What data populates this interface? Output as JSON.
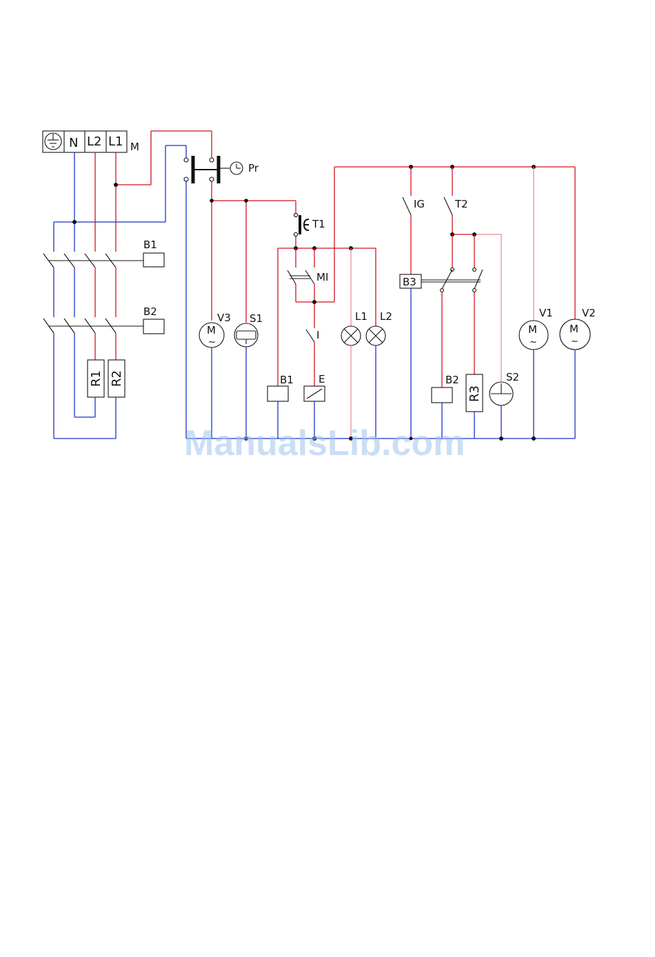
{
  "terminals": {
    "earth": "earth-symbol",
    "n": "N",
    "l2": "L2",
    "l1": "L1",
    "block_label": "M"
  },
  "labels": {
    "pr": "Pr",
    "t1": "T1",
    "mi": "MI",
    "i": "I",
    "ig": "IG",
    "t2": "T2",
    "b1_contactor": "B1",
    "b2_contactor": "B2",
    "v3": "V3",
    "s1": "S1",
    "b1_coil": "B1",
    "e": "E",
    "l1_lamp": "L1",
    "l2_lamp": "L2",
    "b3": "B3",
    "b2_coil": "B2",
    "r3": "R3",
    "s2": "S2",
    "v1": "V1",
    "v2": "V2",
    "r1": "R1",
    "r2": "R2",
    "motor_m": "M",
    "motor_s": "~"
  },
  "watermark": "ManualsLib.com",
  "colors": {
    "live": "#d4121b",
    "neutral": "#1932c8",
    "symbols": "#111111"
  }
}
